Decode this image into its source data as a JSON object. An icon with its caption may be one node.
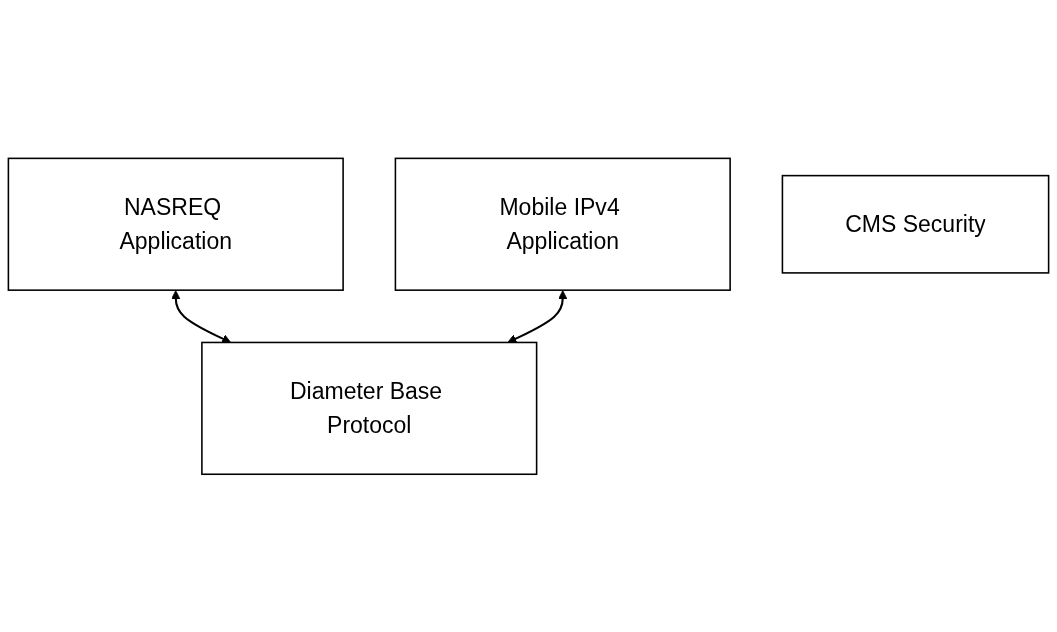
{
  "diagram": {
    "nodes": [
      {
        "text": [
          "NASREQ Application"
        ]
      },
      {
        "text": [
          "Mobile IPv4 Application"
        ]
      },
      {
        "text": [
          "Diameter Base Protocol"
        ]
      },
      {
        "text": [
          "CMS Security"
        ]
      }
    ],
    "edges": [
      {
        "from": 0,
        "to": 2,
        "arrow": "both"
      },
      {
        "from": 1,
        "to": 2,
        "arrow": "both"
      }
    ]
  }
}
